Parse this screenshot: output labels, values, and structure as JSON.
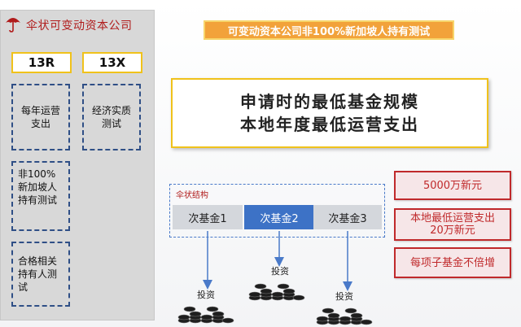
{
  "left_panel": {
    "title": "伞状可变动资本公司",
    "tag_13r": "13R",
    "tag_13x": "13X",
    "box_1": "每年运营支出",
    "box_2": "经济实质测试",
    "box_3": "非100%新加坡人持有测试",
    "box_4": "合格相关持有人测试"
  },
  "banner": "可变动资本公司非100%新加坡人持有测试",
  "main_box": {
    "line_1": "申请时的最低基金规模",
    "line_2": "本地年度最低运营支出"
  },
  "structure": {
    "label": "伞状结构",
    "funds": [
      "次基金1",
      "次基金2",
      "次基金3"
    ],
    "invest_label": "投资"
  },
  "right_boxes": {
    "box_1": "5000万新元",
    "box_2_line_1": "本地最低运营支出",
    "box_2_line_2": "20万新元",
    "box_3": "每项子基金不倍增"
  },
  "colors": {
    "accent_red": "#c0292b",
    "highlight_blue": "#3d72c6",
    "banner_orange": "#f2a23a",
    "border_yellow": "#f0c21b"
  }
}
